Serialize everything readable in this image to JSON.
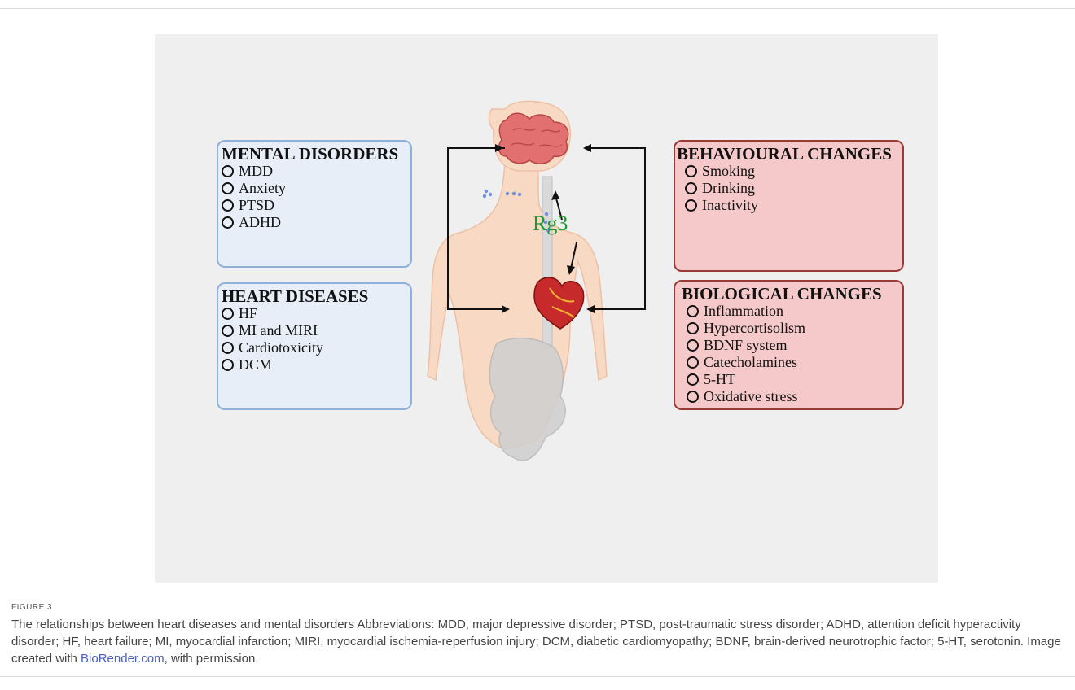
{
  "boxes": {
    "mental": {
      "title": "MENTAL DISORDERS",
      "items": [
        "MDD",
        "Anxiety",
        "PTSD",
        "ADHD"
      ]
    },
    "heart": {
      "title": "HEART DISEASES",
      "items": [
        "HF",
        "MI and MIRI",
        "Cardiotoxicity",
        "DCM"
      ]
    },
    "behaviour": {
      "title": "BEHAVIOURAL CHANGES",
      "items": [
        "Smoking",
        "Drinking",
        "Inactivity"
      ]
    },
    "biological": {
      "title": "BIOLOGICAL CHANGES",
      "items": [
        "Inflammation",
        "Hypercortisolism",
        "BDNF system",
        "Catecholamines",
        "5-HT",
        "Oxidative stress"
      ]
    }
  },
  "center_label": "Rg3",
  "colors": {
    "blue_fill": "#e7eef8",
    "red_fill": "#f5c9c9",
    "rg3": "#1a9a2a",
    "link": "#4a5fbf"
  },
  "caption": {
    "label": "FIGURE 3",
    "text_before_link": "The relationships between heart diseases and mental disorders Abbreviations: MDD, major depressive disorder; PTSD, post-traumatic stress disorder; ADHD, attention deficit hyperactivity disorder; HF, heart failure; MI, myocardial infarction; MIRI, myocardial ischemia-reperfusion injury; DCM, diabetic cardiomyopathy; BDNF, brain-derived neurotrophic factor; 5-HT, serotonin. Image created with ",
    "link_text": "BioRender.com",
    "text_after_link": ", with permission."
  }
}
